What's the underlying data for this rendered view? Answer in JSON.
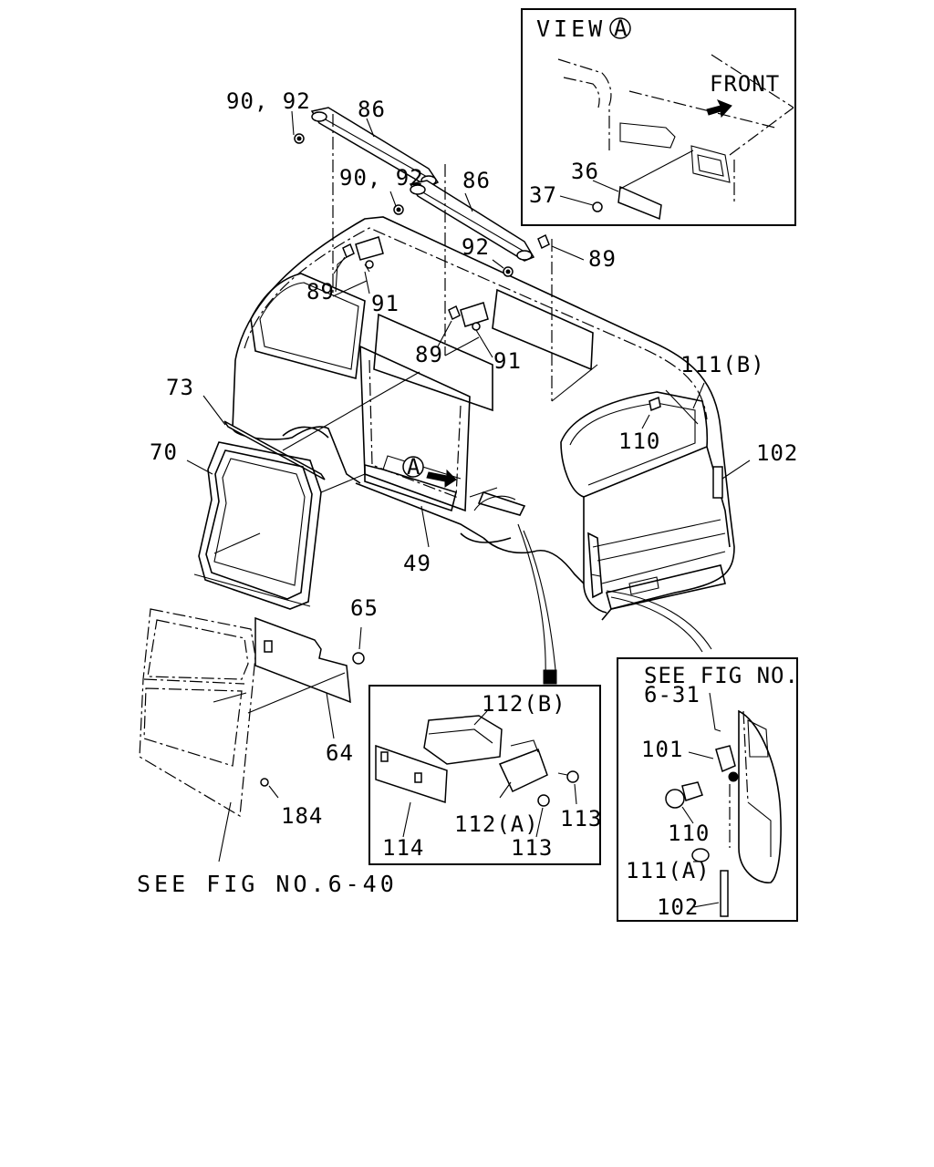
{
  "callouts": {
    "c_90_92_a": "90, 92",
    "c_86_a": "86",
    "c_90_92_b": "90, 92",
    "c_86_b": "86",
    "c_92": "92",
    "c_89_a": "89",
    "c_89_b": "89",
    "c_91_a": "91",
    "c_89_c": "89",
    "c_91_b": "91",
    "c_111b": "111(B)",
    "c_73": "73",
    "c_70": "70",
    "c_110": "110",
    "c_102": "102",
    "c_49": "49",
    "c_65": "65",
    "c_64": "64",
    "c_184": "184"
  },
  "view_a": {
    "title": "VIEW",
    "marker": "A",
    "front": "FRONT",
    "c_36": "36",
    "c_37": "37"
  },
  "area_marker": "A",
  "detail_step": {
    "c_112b": "112(B)",
    "c_112a": "112(A)",
    "c_113_a": "113",
    "c_113_b": "113",
    "c_114": "114"
  },
  "detail_lamp": {
    "ref_line1": "SEE FIG NO.",
    "ref_line2": "6-31",
    "c_101": "101",
    "c_110": "110",
    "c_111a": "111(A)",
    "c_102": "102"
  },
  "ref_door": "SEE FIG NO.6-40"
}
